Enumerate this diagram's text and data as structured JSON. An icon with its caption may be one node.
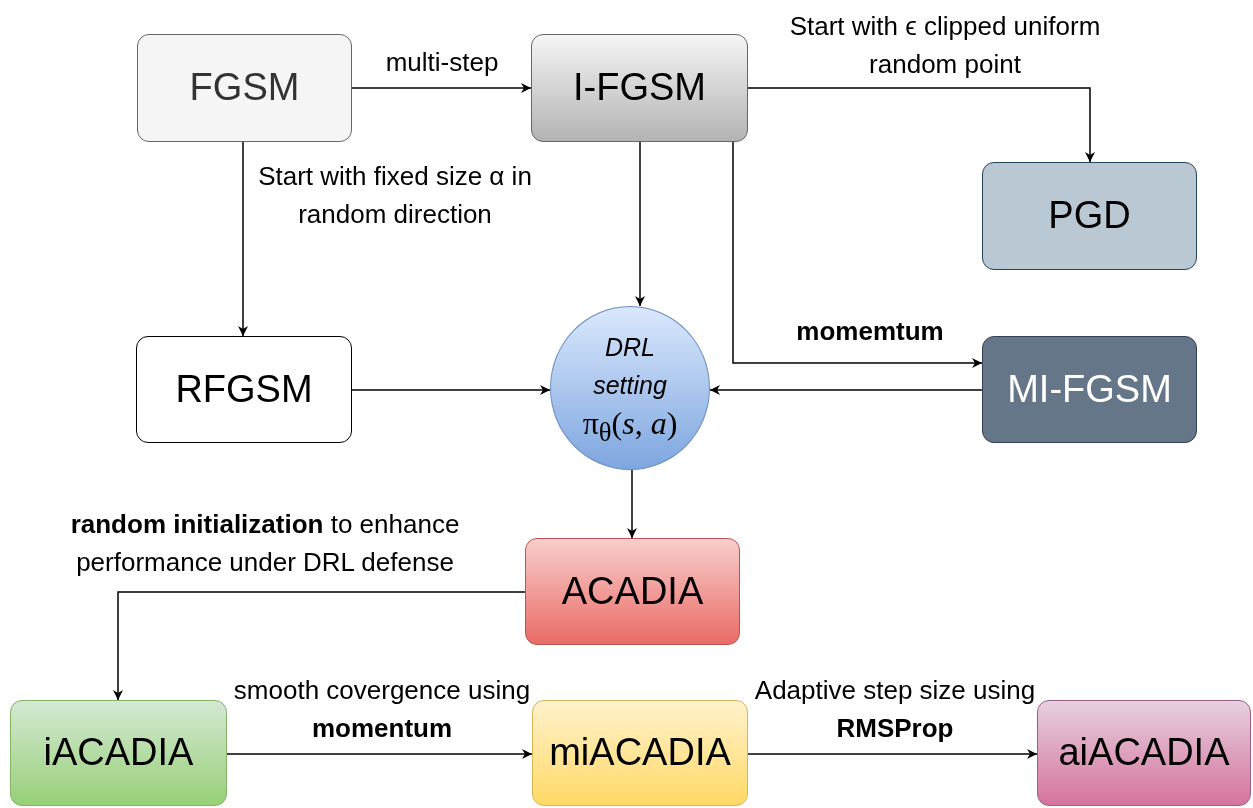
{
  "diagram": {
    "nodes": [
      {
        "text": [
          "FGSM"
        ]
      },
      {
        "text": [
          "I-FGSM"
        ]
      },
      {
        "text": [
          "PGD"
        ]
      },
      {
        "text": [
          "RFGSM"
        ]
      },
      {
        "text": [
          "DRL setting",
          "π$_{θ}$(*s*, *a*)"
        ]
      },
      {
        "text": [
          "MI-FGSM"
        ]
      },
      {
        "text": [
          "ACADIA"
        ]
      },
      {
        "text": [
          "iACADIA"
        ]
      },
      {
        "text": [
          "miACADIA"
        ]
      },
      {
        "text": [
          "aiACADIA"
        ]
      }
    ],
    "edges": [
      {
        "from": 0,
        "to": 1,
        "arrow": "to",
        "label": "multi-step"
      },
      {
        "from": 1,
        "to": 2,
        "arrow": "to",
        "label": "Start with ϵ clipped uniform random point"
      },
      {
        "from": 0,
        "to": 3,
        "arrow": "to",
        "label": "Start with fixed size α in random direction"
      },
      {
        "from": 1,
        "to": 4,
        "arrow": "to"
      },
      {
        "from": 1,
        "to": 5,
        "arrow": "to",
        "label": "**momemtum**"
      },
      {
        "from": 3,
        "to": 4,
        "arrow": "to"
      },
      {
        "from": 5,
        "to": 4,
        "arrow": "to"
      },
      {
        "from": 4,
        "to": 6,
        "arrow": "to"
      },
      {
        "from": 6,
        "to": 7,
        "arrow": "to",
        "label": "**random initialization** to enhance performance under DRL defense"
      },
      {
        "from": 7,
        "to": 8,
        "arrow": "to",
        "label": "smooth covergence using **momentum**"
      },
      {
        "from": 8,
        "to": 9,
        "arrow": "to",
        "label": "Adaptive step size using **RMSProp**"
      }
    ]
  }
}
